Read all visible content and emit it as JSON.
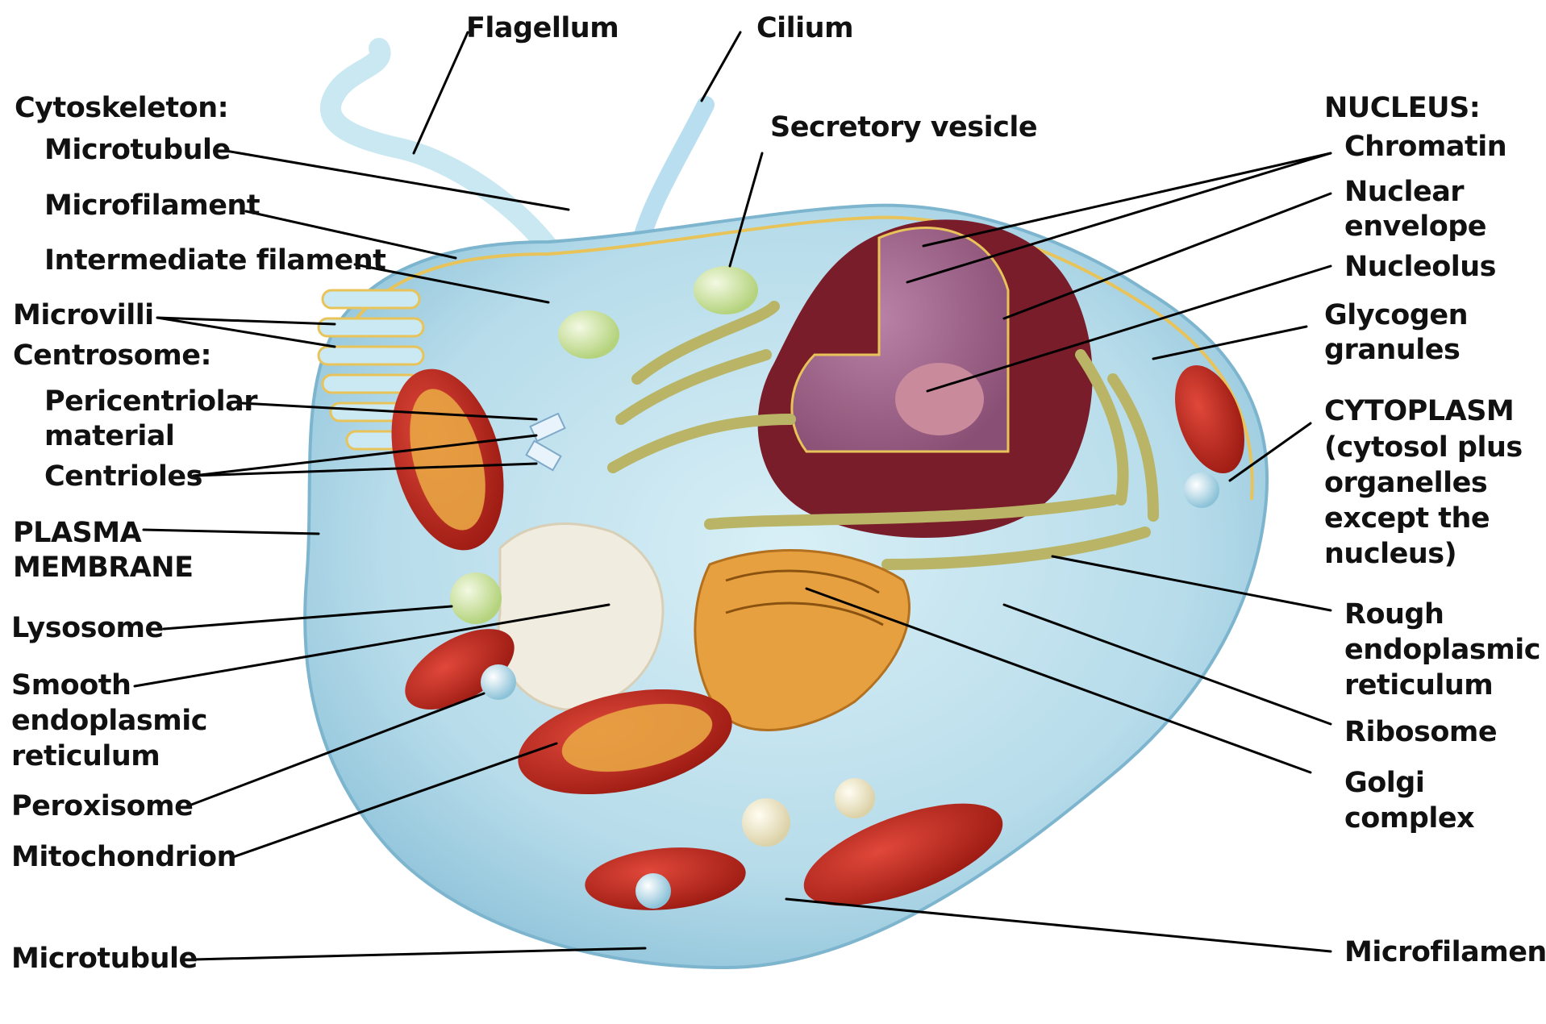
{
  "labels": {
    "flagellum": "Flagellum",
    "cilium": "Cilium",
    "secretory_vesicle": "Secretory vesicle",
    "cytoskeleton": "Cytoskeleton:",
    "microtubule_top": "Microtubule",
    "microfilament_top": "Microfilament",
    "intermediate_filament": "Intermediate filament",
    "microvilli": "Microvilli",
    "centrosome": "Centrosome:",
    "pericentriolar_1": "Pericentriolar",
    "pericentriolar_2": "material",
    "centrioles": "Centrioles",
    "plasma_1": "PLASMA",
    "plasma_2": "MEMBRANE",
    "lysosome": "Lysosome",
    "ser_1": "Smooth",
    "ser_2": "endoplasmic",
    "ser_3": "reticulum",
    "peroxisome": "Peroxisome",
    "mitochondrion": "Mitochondrion",
    "microtubule_bottom": "Microtubule",
    "nucleus": "NUCLEUS:",
    "chromatin": "Chromatin",
    "nuclear_env_1": "Nuclear",
    "nuclear_env_2": "envelope",
    "nucleolus": "Nucleolus",
    "glycogen_1": "Glycogen",
    "glycogen_2": "granules",
    "cytoplasm_1": "CYTOPLASM",
    "cytoplasm_2": "(cytosol plus",
    "cytoplasm_3": "organelles",
    "cytoplasm_4": "except the",
    "cytoplasm_5": "nucleus)",
    "rer_1": "Rough",
    "rer_2": "endoplasmic",
    "rer_3": "reticulum",
    "ribosome": "Ribosome",
    "golgi_1": "Golgi",
    "golgi_2": "complex",
    "microfilament_bottom": "Microfilament"
  },
  "colors": {
    "cytosol": "#bfe3ef",
    "membrane": "#e8c35a",
    "nucleus": "#9a5a7e",
    "nuclear_envelope": "#7a1d2a",
    "mitochondrion": "#c0271c",
    "golgi": "#e39a30",
    "rough_er": "#c7c27a",
    "smooth_er": "#f1ece0",
    "lysosome": "#cfe3a0",
    "peroxisome": "#9fcde0"
  }
}
